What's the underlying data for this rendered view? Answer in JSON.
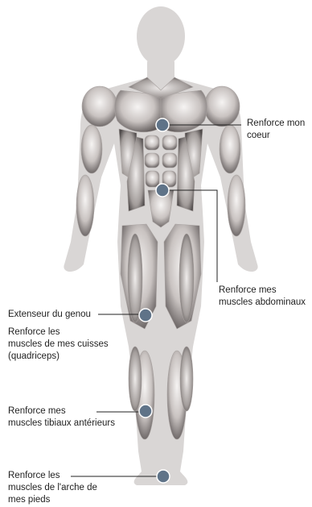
{
  "colors": {
    "silhouette": "#d9d6d5",
    "muscle_light": "#f4f2f1",
    "muscle_dark": "#5b5555",
    "marker": "#5f7388",
    "leader_line": "#222222"
  },
  "labels": {
    "heart": {
      "line1": "Renforce mon",
      "line2": "coeur"
    },
    "abdominals": {
      "line1": "Renforce mes",
      "line2": "muscles abdominaux"
    },
    "knee": {
      "title": "Extenseur du genou",
      "line1": "Renforce les",
      "line2": "muscles de mes cuisses",
      "line3": "(quadriceps)"
    },
    "tibial": {
      "line1": "Renforce mes",
      "line2": "muscles tibiaux antérieurs"
    },
    "arch": {
      "line1": "Renforce les",
      "line2": "muscles de l'arche de",
      "line3": "mes pieds"
    }
  }
}
